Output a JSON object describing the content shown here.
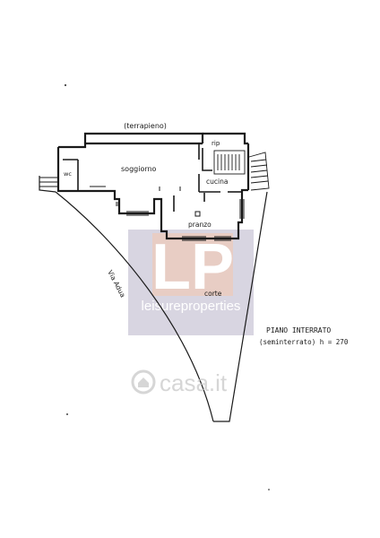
{
  "plan": {
    "labels": {
      "terrapieno": "(terrapieno)",
      "rip": "rip",
      "soggiorno": "soggiorno",
      "wc": "wc",
      "cucina": "cucina",
      "pranzo": "pranzo",
      "via": "Via  Adua",
      "corte": "corte"
    },
    "caption_line1": "PIANO  INTERRATO",
    "caption_line2": "(seminterrato) h = 270"
  },
  "watermark": {
    "logo_letters": "LP",
    "brand_text": "leisureproperties",
    "site_text": "casa.it",
    "colors": {
      "brand_overlay": "#c98a7e",
      "brand_bg": "#b9b4c9",
      "casa_gray": "#c9c9c9"
    }
  }
}
